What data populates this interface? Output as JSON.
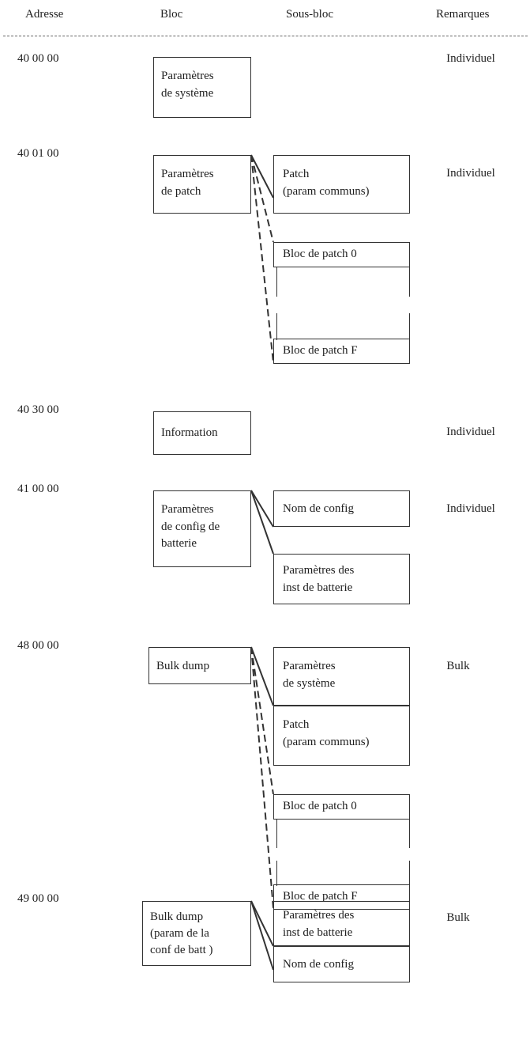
{
  "headers": {
    "address": "Adresse",
    "block": "Bloc",
    "subblock": "Sous-bloc",
    "remarks": "Remarques"
  },
  "sections": [
    {
      "address": "40 00 00",
      "block": [
        "Paramètres",
        "de système"
      ],
      "remark": "Individuel",
      "subblocks": []
    },
    {
      "address": "40 01 00",
      "block": [
        "Paramètres",
        "de patch"
      ],
      "remark": "Individuel",
      "subblocks": [
        [
          "Patch",
          "(param  communs)"
        ],
        [
          "Bloc de patch 0"
        ],
        [
          "Bloc de patch F"
        ]
      ]
    },
    {
      "address": "40 30 00",
      "block": [
        "Information"
      ],
      "remark": "Individuel",
      "subblocks": []
    },
    {
      "address": "41 00 00",
      "block": [
        "Paramètres",
        "de config  de",
        "batterie"
      ],
      "remark": "Individuel",
      "subblocks": [
        [
          "Nom de config"
        ],
        [
          "Paramètres des",
          "inst  de batterie"
        ]
      ]
    },
    {
      "address": "48 00 00",
      "block": [
        "Bulk dump"
      ],
      "remark": "Bulk",
      "subblocks": [
        [
          "Paramètres",
          "de système"
        ],
        [
          "Patch",
          "(param  communs)"
        ],
        [
          "Bloc de patch 0"
        ],
        [
          "Bloc de patch F"
        ]
      ]
    },
    {
      "address": "49 00 00",
      "block": [
        "Bulk dump",
        "(param  de la",
        "conf  de batt )"
      ],
      "remark": "Bulk",
      "subblocks": [
        [
          "Paramètres des",
          "inst  de batterie"
        ],
        [
          "Nom de config"
        ]
      ]
    }
  ]
}
